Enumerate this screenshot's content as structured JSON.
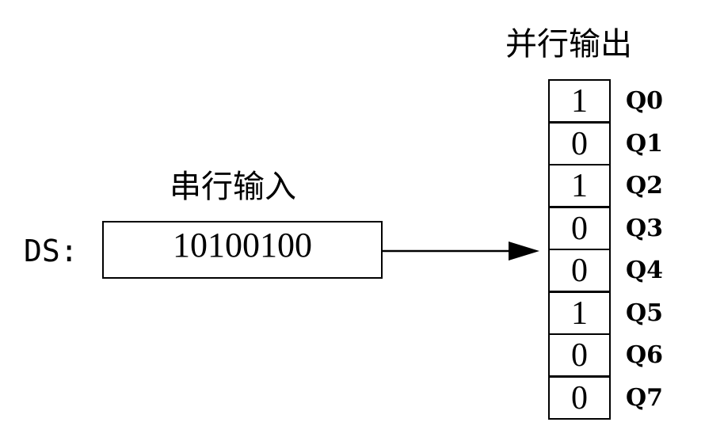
{
  "serial": {
    "heading": "串行输入",
    "label": "DS:",
    "value": "10100100"
  },
  "parallel": {
    "heading": "并行输出",
    "outputs": [
      {
        "bit": "1",
        "label": "Q0"
      },
      {
        "bit": "0",
        "label": "Q1"
      },
      {
        "bit": "1",
        "label": "Q2"
      },
      {
        "bit": "0",
        "label": "Q3"
      },
      {
        "bit": "0",
        "label": "Q4"
      },
      {
        "bit": "1",
        "label": "Q5"
      },
      {
        "bit": "0",
        "label": "Q6"
      },
      {
        "bit": "0",
        "label": "Q7"
      }
    ]
  },
  "colors": {
    "stroke": "#000000",
    "background": "#ffffff"
  }
}
